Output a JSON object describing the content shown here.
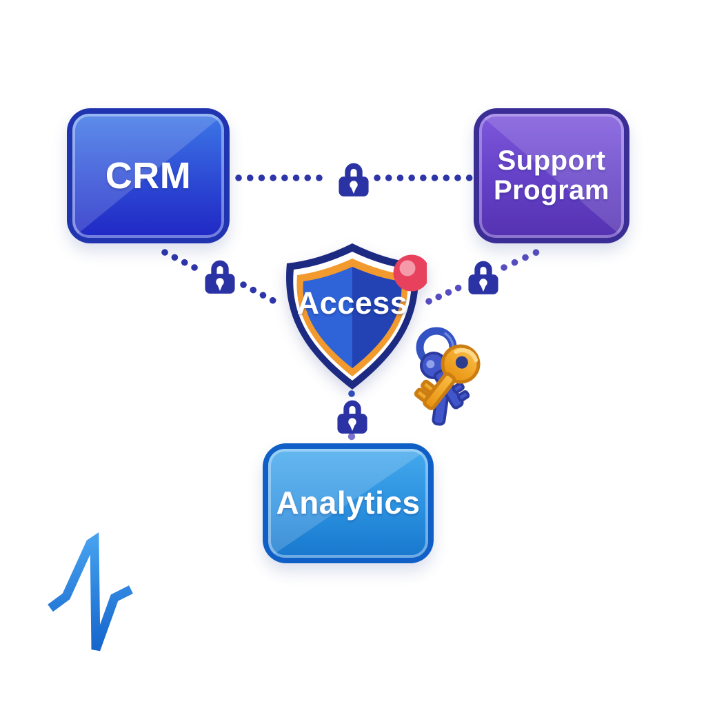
{
  "canvas": {
    "background": "#ffffff"
  },
  "nodes": {
    "crm": {
      "label": "CRM",
      "fill_top": "#3d77e6",
      "fill_bottom": "#2028c4",
      "border": "#2134b0"
    },
    "support_program": {
      "label": "Support Program",
      "fill_top": "#7e58dc",
      "fill_bottom": "#5532b0",
      "border": "#3a2d96"
    },
    "analytics": {
      "label": "Analytics",
      "fill_top": "#45a9ec",
      "fill_bottom": "#1878cd",
      "border": "#0f5fc6"
    },
    "access_shield": {
      "label": "Access",
      "fill_left": "#2f63d8",
      "fill_right": "#2343b4",
      "trim_orange": "#f29a2e",
      "trim_navy": "#1d2a82",
      "badge_color": "#e8415e"
    }
  },
  "connectors": {
    "style": "dotted",
    "dot_color": "#2e35a8",
    "dot_color_alt": "#564ec0",
    "links": [
      {
        "from": "CRM",
        "to": "Support Program",
        "lock": true
      },
      {
        "from": "CRM",
        "to": "Access",
        "lock": true
      },
      {
        "from": "Support Program",
        "to": "Access",
        "lock": true
      },
      {
        "from": "Access",
        "to": "Analytics",
        "lock": true
      }
    ]
  },
  "icons": {
    "lock_color": "#2b33a4",
    "keys": {
      "gold": "#f2a024",
      "blue": "#4156ca",
      "ring": "#3353c4"
    },
    "logo_color": "#2e86e0"
  }
}
